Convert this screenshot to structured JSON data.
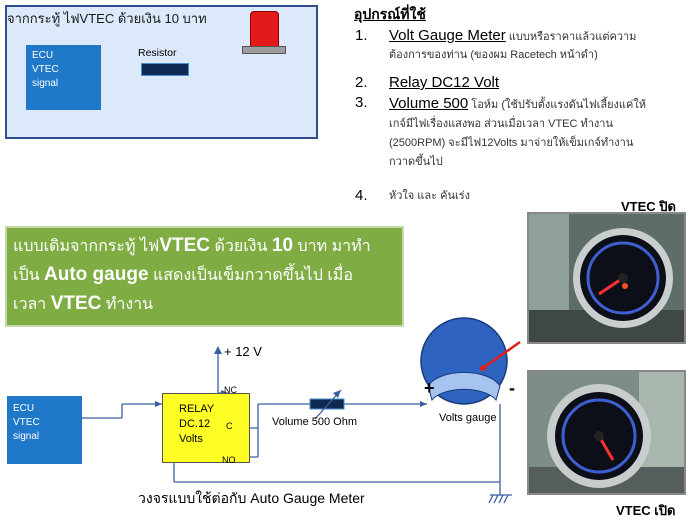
{
  "inset": {
    "title": "จากกระทู้ ไฟVTEC ด้วยเงิน 10 บาท",
    "ecu_lines": [
      "ECU",
      "VTEC",
      "signal"
    ],
    "resistor_label": "Resistor"
  },
  "equipment": {
    "title": "อุปกรณ์ที่ใช้",
    "items": [
      {
        "num": "1.",
        "main": "Volt Gauge Meter",
        "desc1": " แบบหรือราคาแล้วแต่ความ",
        "desc2": "ต้องการของท่าน (ของผม Racetech หน้าดำ)"
      },
      {
        "num": "2.",
        "main": "Relay DC12 Volt"
      },
      {
        "num": "3.",
        "main": "Volume 500",
        "desc1": " โอห์ม (ใช้ปรับตั้งแรงดันไฟเลี้ยงแค่ให้",
        "desc2": "เกจ์มีไฟเรื่องแสงพอ ส่วนเมื่อเวลา VTEC ทำงาน",
        "desc3": "(2500RPM) จะมีไฟ12Volts  มาจ่ายให้เข็มเกจ์ทำงาน",
        "desc4": "กวาดขึ้นไป"
      },
      {
        "num": "4.",
        "desc1": "หัวใจ และ คันเร่ง"
      }
    ]
  },
  "green_box": {
    "line1_a": "แบบเดิมจากกระทู้ ไฟ",
    "line1_b": "VTEC",
    "line1_c": " ด้วยเงิน ",
    "line1_d": "10",
    "line1_e": " บาท มาทำ",
    "line2_a": "เป็น ",
    "line2_b": "Auto gauge",
    "line2_c": " แสดงเป็นเข็มกวาดขึ้นไป เมื่อ",
    "line3_a": "เวลา ",
    "line3_b": "VTEC",
    "line3_c": " ทำงาน"
  },
  "photos": {
    "off_label": "VTEC ปิด",
    "on_label": "VTEC เปิด"
  },
  "circuit": {
    "ecu_lines": [
      "ECU",
      "VTEC",
      "signal"
    ],
    "relay_lines": [
      "RELAY",
      "DC.12",
      "Volts"
    ],
    "pin_nc": "NC",
    "pin_c": "C",
    "pin_no": "NO",
    "supply": "+ 12 V",
    "volume_label": "Volume 500 Ohm",
    "gauge_label": "Volts gauge",
    "plus": "+",
    "minus": "-",
    "caption": "วงจรแบบใช้ต่อกับ Auto Gauge Meter"
  },
  "colors": {
    "blue_box": "#1f78c8",
    "wire": "#3a5fa0",
    "green_box": "#7fad43",
    "relay": "#ffff26",
    "gauge": "#2e64c0",
    "needle": "#e0201b",
    "lamp": "#e21a1a"
  }
}
